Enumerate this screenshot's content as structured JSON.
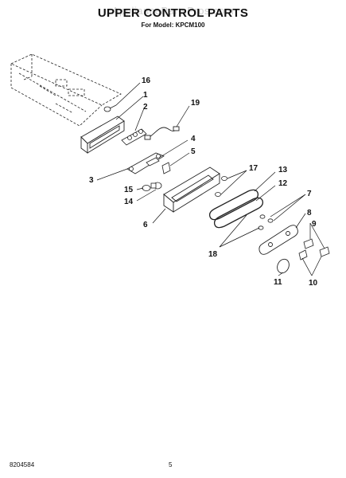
{
  "header": {
    "title": "UPPER CONTROL PARTS",
    "subtitle": "For Model: KPCM100",
    "watermark": "AppliancePartsPros.com"
  },
  "footer": {
    "doc_number": "8204584",
    "page_number": "5"
  },
  "callouts": [
    "16",
    "1",
    "2",
    "19",
    "4",
    "5",
    "3",
    "15",
    "14",
    "17",
    "13",
    "12",
    "6",
    "7",
    "8",
    "9",
    "18",
    "11",
    "10"
  ]
}
